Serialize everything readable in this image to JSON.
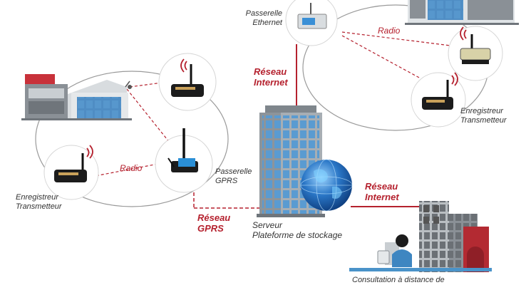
{
  "colors": {
    "accent": "#b5212e",
    "building_gray": "#8a9096",
    "glass": "#3f7fb8",
    "device": "#1c1c1c"
  },
  "labels": {
    "passerelle_ethernet": "Passerelle\nEthernet",
    "radio_top": "Radio",
    "reseau_internet_top": "Réseau\nInternet",
    "enregistreur_right": "Enregistreur\nTransmetteur",
    "radio_left": "Radio",
    "passerelle_gprs": "Passerelle\nGPRS",
    "enregistreur_left": "Enregistreur\nTransmetteur",
    "reseau_gprs": "Réseau\nGPRS",
    "reseau_internet_right": "Réseau\nInternet",
    "serveur": "Serveur\nPlateforme de stockage",
    "consultation": "Consultation à distance de"
  },
  "icons": [
    "building-icon",
    "radio-logger-icon",
    "gprs-gateway-icon",
    "ethernet-gateway-icon",
    "server-tower-icon",
    "globe-icon",
    "office-building-icon",
    "operator-icon"
  ]
}
